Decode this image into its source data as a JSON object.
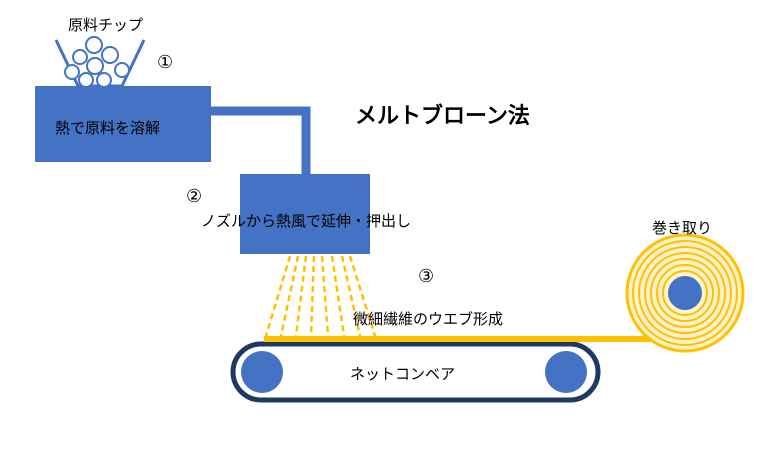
{
  "title": "メルトブローン法",
  "hopper": {
    "label": "原料チップ"
  },
  "step1": {
    "number": "①",
    "box_label": "熱で原料を溶解"
  },
  "step2": {
    "number": "②",
    "label": "ノズルから熱風で延伸・押出し"
  },
  "step3": {
    "number": "③",
    "label": "微細繊維のウエブ形成"
  },
  "conveyor": {
    "label": "ネットコンベア"
  },
  "winder": {
    "label": "巻き取り"
  },
  "colors": {
    "box_blue": "#4472c4",
    "belt_navy": "#1f3864",
    "fiber_gold": "#ffc000",
    "roll_cream": "#fff2cc"
  }
}
